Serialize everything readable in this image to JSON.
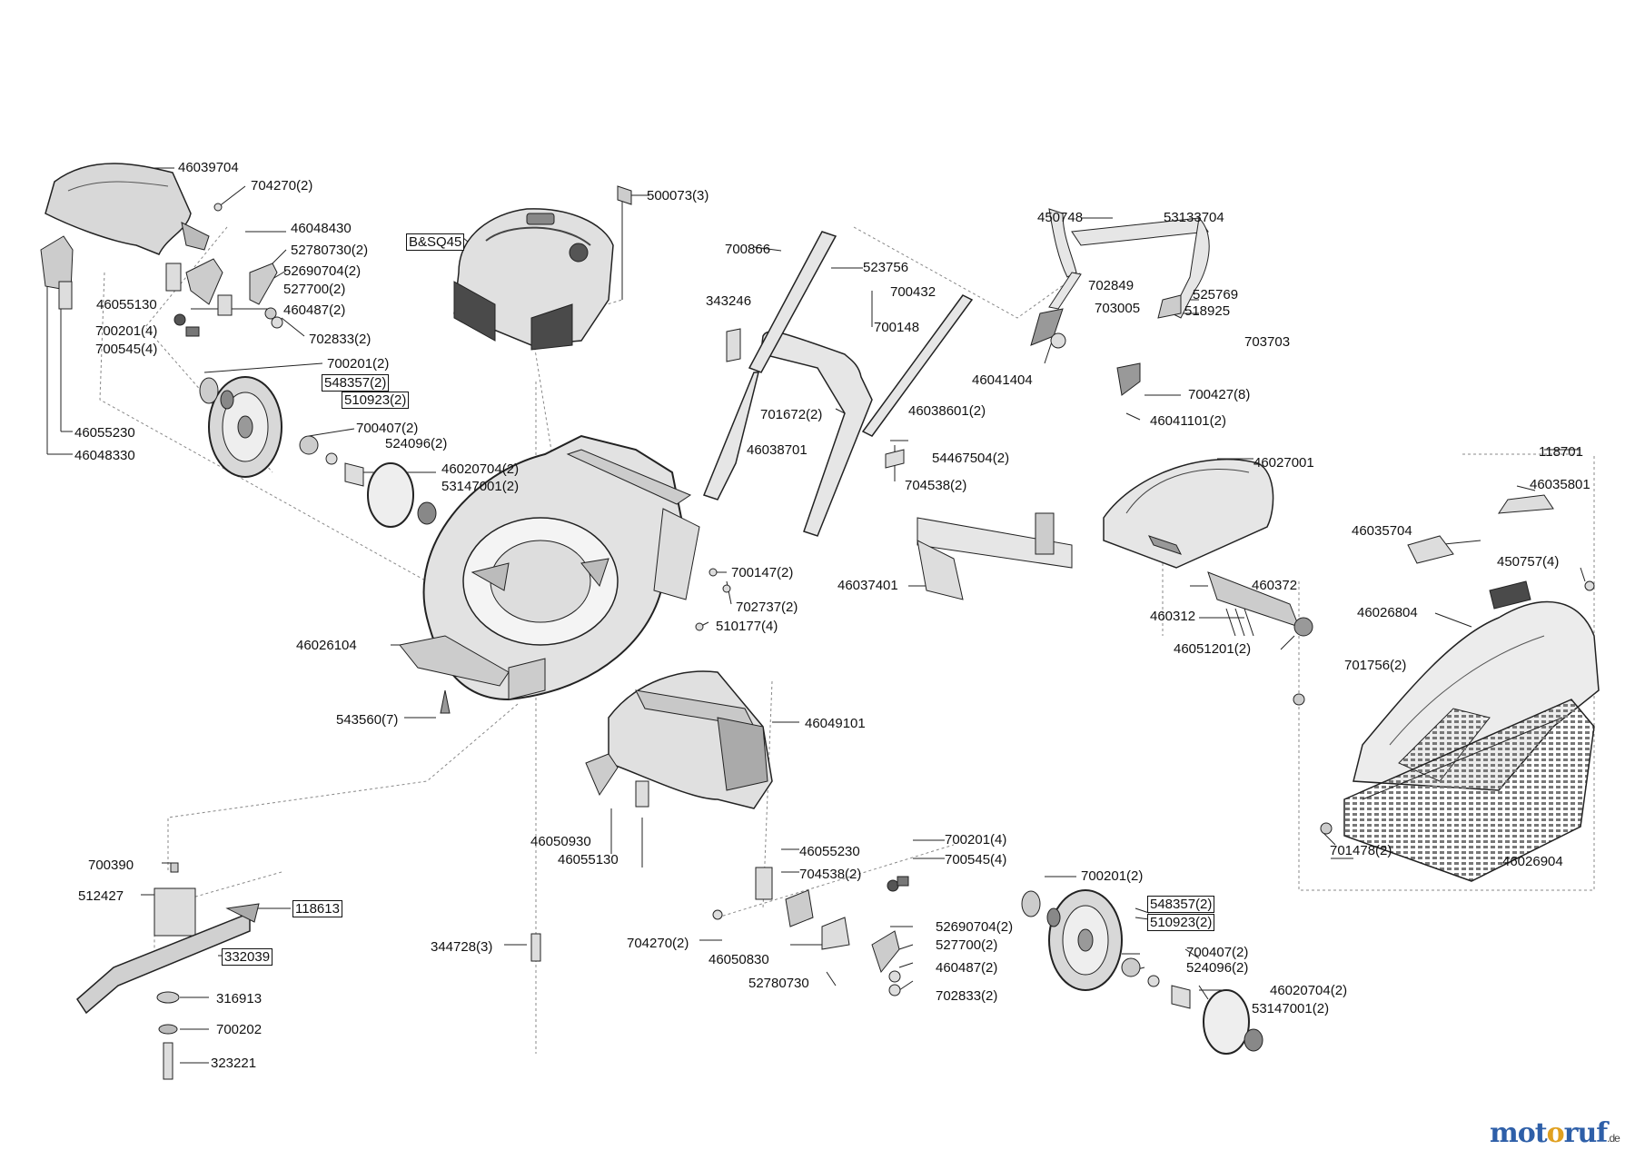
{
  "labels": [
    {
      "text": "46039704"
    },
    {
      "text": "704270(2)"
    },
    {
      "text": "46048430"
    },
    {
      "text": "52780730(2)"
    },
    {
      "text": "52690704(2)"
    },
    {
      "text": "527700(2)"
    },
    {
      "text": "46055130"
    },
    {
      "text": "460487(2)"
    },
    {
      "text": "700201(4)"
    },
    {
      "text": "700545(4)"
    },
    {
      "text": "702833(2)"
    },
    {
      "text": "700201(2)"
    },
    {
      "text": "548357(2)"
    },
    {
      "text": "510923(2)"
    },
    {
      "text": "700407(2)"
    },
    {
      "text": "524096(2)"
    },
    {
      "text": "46055230"
    },
    {
      "text": "46048330"
    },
    {
      "text": "46020704(2)"
    },
    {
      "text": "53147001(2)"
    },
    {
      "text": "500073(3)"
    },
    {
      "text": "B&SQ45"
    },
    {
      "text": "700866"
    },
    {
      "text": "523756"
    },
    {
      "text": "700432"
    },
    {
      "text": "343246"
    },
    {
      "text": "700148"
    },
    {
      "text": "450748"
    },
    {
      "text": "53133704"
    },
    {
      "text": "702849"
    },
    {
      "text": "525769"
    },
    {
      "text": "703005"
    },
    {
      "text": "518925"
    },
    {
      "text": "703703"
    },
    {
      "text": "46041404"
    },
    {
      "text": "700427(8)"
    },
    {
      "text": "46041101(2)"
    },
    {
      "text": "701672(2)"
    },
    {
      "text": "46038601(2)"
    },
    {
      "text": "46038701"
    },
    {
      "text": "54467504(2)"
    },
    {
      "text": "704538(2)"
    },
    {
      "text": "46027001"
    },
    {
      "text": "118701"
    },
    {
      "text": "46035801"
    },
    {
      "text": "46035704"
    },
    {
      "text": "450757(4)"
    },
    {
      "text": "46026804"
    },
    {
      "text": "460372"
    },
    {
      "text": "460312"
    },
    {
      "text": "46051201(2)"
    },
    {
      "text": "701756(2)"
    },
    {
      "text": "46037401"
    },
    {
      "text": "700147(2)"
    },
    {
      "text": "702737(2)"
    },
    {
      "text": "510177(4)"
    },
    {
      "text": "46026104"
    },
    {
      "text": "543560(7)"
    },
    {
      "text": "46049101"
    },
    {
      "text": "46050930"
    },
    {
      "text": "46055130"
    },
    {
      "text": "46055230"
    },
    {
      "text": "704538(2)"
    },
    {
      "text": "700201(4)"
    },
    {
      "text": "700545(4)"
    },
    {
      "text": "700201(2)"
    },
    {
      "text": "548357(2)"
    },
    {
      "text": "510923(2)"
    },
    {
      "text": "701478(2)"
    },
    {
      "text": "46026904"
    },
    {
      "text": "700390"
    },
    {
      "text": "512427"
    },
    {
      "text": "118613"
    },
    {
      "text": "332039"
    },
    {
      "text": "316913"
    },
    {
      "text": "700202"
    },
    {
      "text": "323221"
    },
    {
      "text": "344728(3)"
    },
    {
      "text": "704270(2)"
    },
    {
      "text": "46050830"
    },
    {
      "text": "52780730"
    },
    {
      "text": "52690704(2)"
    },
    {
      "text": "527700(2)"
    },
    {
      "text": "460487(2)"
    },
    {
      "text": "702833(2)"
    },
    {
      "text": "700407(2)"
    },
    {
      "text": "524096(2)"
    },
    {
      "text": "46020704(2)"
    },
    {
      "text": "53147001(2)"
    }
  ],
  "watermark": {
    "part1": "mot",
    "part2": "o",
    "part3": "ruf",
    "suffix": ".de"
  },
  "colors": {
    "line": "#222222",
    "part_fill": "#d8d8d8",
    "part_dark": "#9a9a9a",
    "engine_dark": "#4a4a4a",
    "dash": "#888888"
  }
}
